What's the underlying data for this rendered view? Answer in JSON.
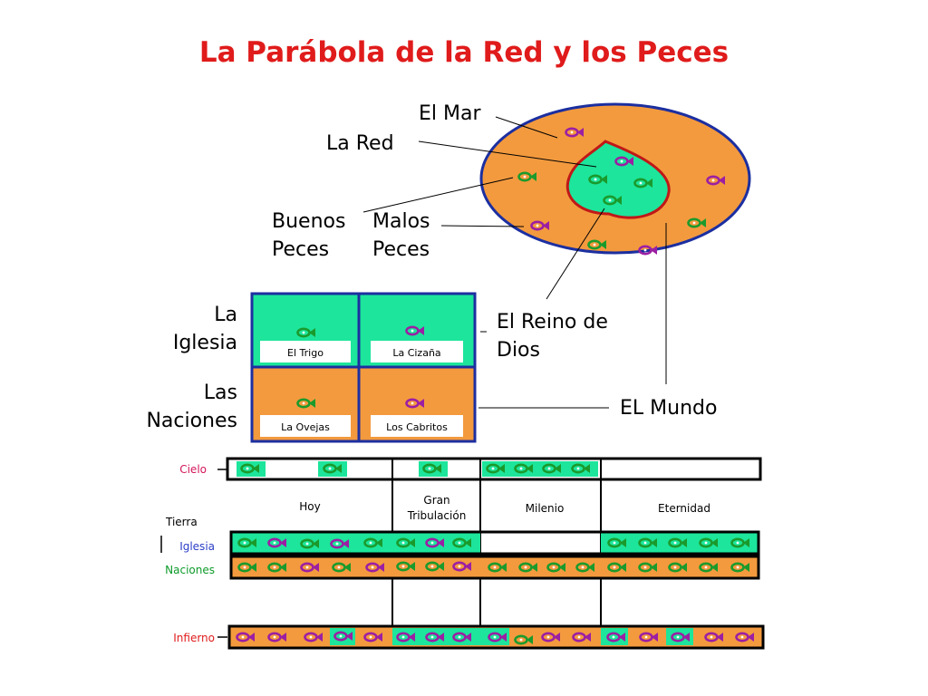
{
  "title": "La Parábola de la Red y los Peces",
  "labels": {
    "mar": "El Mar",
    "red": "La Red",
    "buenos_1": "Buenos",
    "buenos_2": "Peces",
    "malos_1": "Malos",
    "malos_2": "Peces",
    "iglesia_1": "La",
    "iglesia_2": "Iglesia",
    "naciones_1": "Las",
    "naciones_2": "Naciones",
    "reino_1": "El Reino de",
    "reino_2": "Dios",
    "mundo": "EL Mundo"
  },
  "grid": {
    "trigo": "El Trigo",
    "cizana": "La Cizaña",
    "ovejas": "La Ovejas",
    "cabritos": "Los Cabritos"
  },
  "timeline": {
    "cielo": "Cielo",
    "tierra": "Tierra",
    "iglesia": "Iglesia",
    "naciones": "Naciones",
    "infierno": "Infierno",
    "hoy": "Hoy",
    "gran_1": "Gran",
    "gran_2": "Tribulación",
    "milenio": "Milenio",
    "eternidad": "Eternidad"
  },
  "colors": {
    "title": "#e01b1b",
    "sea": "#f39a3e",
    "net": "#1de59b",
    "good_fish": "#1b9a2c",
    "bad_fish": "#9b1fa3",
    "world_border": "#1c2fa0",
    "net_border": "#c01818",
    "cielo_label": "#d4145a",
    "iglesia_label": "#2b3ec7",
    "naciones_label": "#0d9b2a",
    "infierno_label": "#e01b1b"
  }
}
